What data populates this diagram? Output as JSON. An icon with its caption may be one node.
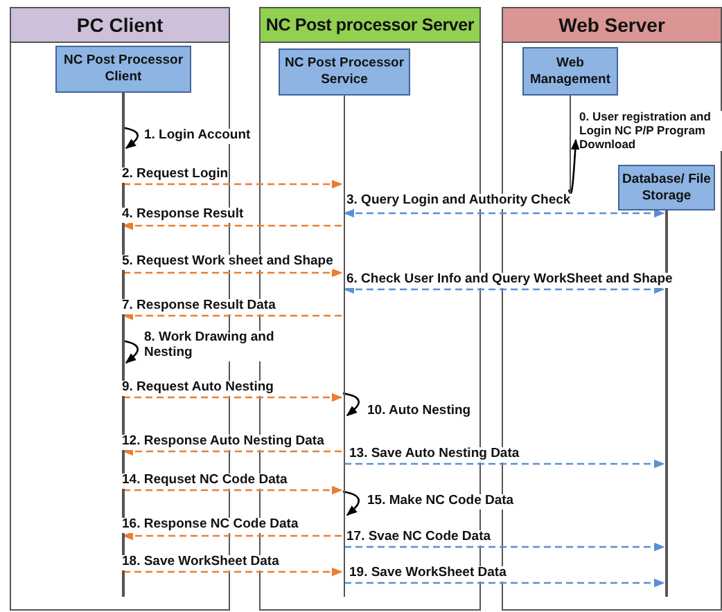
{
  "diagram": {
    "nodes": [
      {
        "text": [
          "PC Client"
        ]
      },
      {
        "text": [
          "NC Post Processor Client"
        ],
        "in": 0
      },
      {
        "text": [
          "NC Post processor Server"
        ]
      },
      {
        "text": [
          "NC Post Processor Service"
        ],
        "in": 2
      },
      {
        "text": [
          "Web Server"
        ]
      },
      {
        "text": [
          "Web Management"
        ],
        "in": 4
      },
      {
        "text": [
          "Database/ File Storage"
        ],
        "in": 4
      }
    ],
    "edges": [
      {
        "from": 5,
        "to": 5,
        "arrow": "to",
        "label": "0. User registration and Login NC P/P Program Download",
        "color": "#000000"
      },
      {
        "from": 1,
        "to": 1,
        "arrow": "to",
        "label": "1. Login Account",
        "color": "#000000"
      },
      {
        "from": 1,
        "to": 3,
        "arrow": "to",
        "label": "2. Request Login",
        "style": "dashed"
      },
      {
        "from": 3,
        "to": 6,
        "arrow": "both",
        "label": "3. Query Login and Authority Check",
        "style": "dashed",
        "color": "#5b8fd4"
      },
      {
        "from": 3,
        "to": 1,
        "arrow": "to",
        "label": "4. Response Result",
        "style": "dashed"
      },
      {
        "from": 1,
        "to": 3,
        "arrow": "to",
        "label": "5. Request Work sheet and Shape",
        "style": "dashed"
      },
      {
        "from": 3,
        "to": 6,
        "arrow": "both",
        "label": "6. Check User Info and Query WorkSheet and Shape",
        "style": "dashed",
        "color": "#5b8fd4"
      },
      {
        "from": 3,
        "to": 1,
        "arrow": "to",
        "label": "7. Response Result Data",
        "style": "dashed"
      },
      {
        "from": 1,
        "to": 1,
        "arrow": "to",
        "label": "8. Work Drawing and Nesting",
        "color": "#000000"
      },
      {
        "from": 1,
        "to": 3,
        "arrow": "to",
        "label": "9. Request Auto Nesting",
        "style": "dashed"
      },
      {
        "from": 3,
        "to": 3,
        "arrow": "to",
        "label": "10. Auto Nesting",
        "color": "#000000"
      },
      {
        "from": 3,
        "to": 1,
        "arrow": "to",
        "label": "12. Response Auto Nesting Data",
        "style": "dashed"
      },
      {
        "from": 3,
        "to": 6,
        "arrow": "to",
        "label": "13. Save Auto Nesting Data",
        "style": "dashed",
        "color": "#5b8fd4"
      },
      {
        "from": 1,
        "to": 3,
        "arrow": "to",
        "label": "14. Requset NC Code Data",
        "style": "dashed"
      },
      {
        "from": 3,
        "to": 3,
        "arrow": "to",
        "label": "15. Make NC Code Data",
        "color": "#000000"
      },
      {
        "from": 3,
        "to": 1,
        "arrow": "to",
        "label": "16. Response NC Code Data",
        "style": "dashed"
      },
      {
        "from": 3,
        "to": 6,
        "arrow": "to",
        "label": "17. Svae NC Code Data",
        "style": "dashed",
        "color": "#5b8fd4"
      },
      {
        "from": 1,
        "to": 3,
        "arrow": "to",
        "label": "18. Save WorkSheet Data",
        "style": "dashed"
      },
      {
        "from": 3,
        "to": 6,
        "arrow": "to",
        "label": "19. Save WorkSheet Data",
        "style": "dashed",
        "color": "#5b8fd4"
      }
    ]
  }
}
